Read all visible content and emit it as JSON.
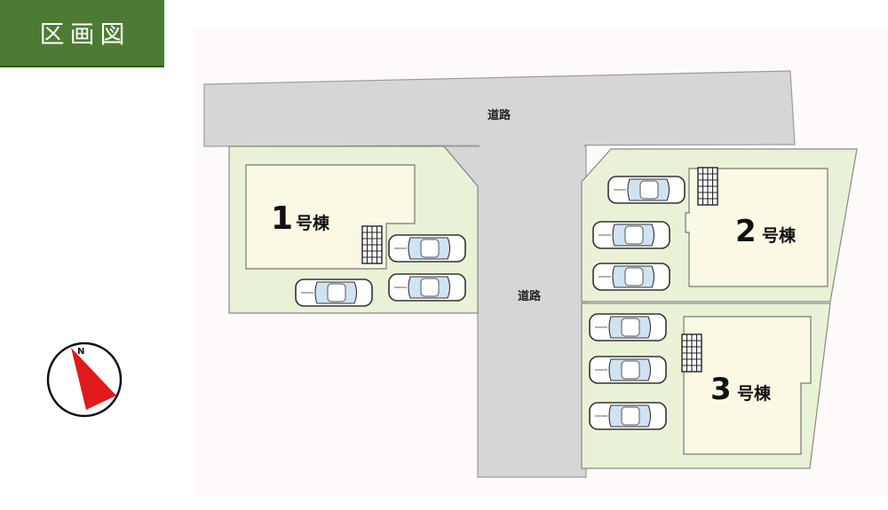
{
  "header": {
    "title": "区画図"
  },
  "roads": {
    "top_label": "道路",
    "center_label": "道路"
  },
  "lots": [
    {
      "number": "1",
      "suffix": "号棟"
    },
    {
      "number": "2",
      "suffix": "号棟"
    },
    {
      "number": "3",
      "suffix": "号棟"
    }
  ],
  "compass": {
    "label": "N"
  },
  "colors": {
    "badge": "#4c7c33",
    "road": "#d6d6d6",
    "lot": "#e9f2d6",
    "house": "#fbf9e3",
    "arrow": "#e0191c"
  }
}
